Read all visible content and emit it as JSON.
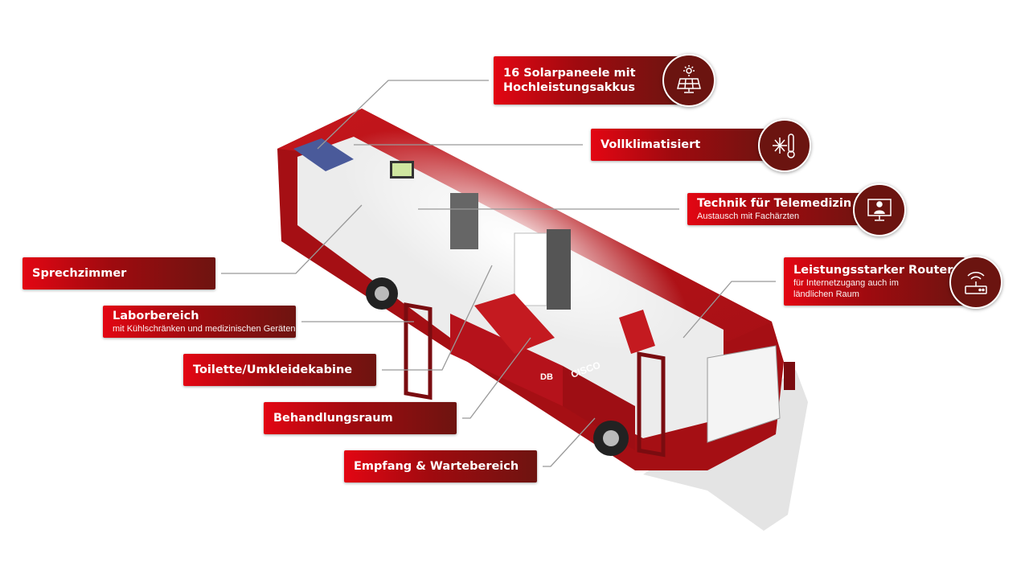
{
  "colors": {
    "accent": "#e30613",
    "dark": "#6b1410",
    "line": "#9a9a9a"
  },
  "features": [
    {
      "title": "16 Solarpaneele mit",
      "title2": "Hochleistungsakkus",
      "icon": "solar-panel-icon"
    },
    {
      "title": "Vollklimatisiert",
      "icon": "snowflake-thermometer-icon"
    },
    {
      "title": "Technik für Telemedizin",
      "subtitle": "Austausch mit Fachärzten",
      "icon": "monitor-doctor-icon"
    },
    {
      "title": "Leistungsstarker Router",
      "subtitle": "für Internetzugang auch im",
      "subtitle2": "ländlichen Raum",
      "icon": "router-wifi-icon"
    }
  ],
  "areas": [
    {
      "title": "Sprechzimmer"
    },
    {
      "title": "Laborbereich",
      "subtitle": "mit Kühlschränken und medizinischen Geräten"
    },
    {
      "title": "Toilette/Umkleidekabine"
    },
    {
      "title": "Behandlungsraum"
    },
    {
      "title": "Empfang & Wartebereich"
    }
  ],
  "bus": {
    "logo": "DB",
    "sponsor": "CISCO"
  }
}
